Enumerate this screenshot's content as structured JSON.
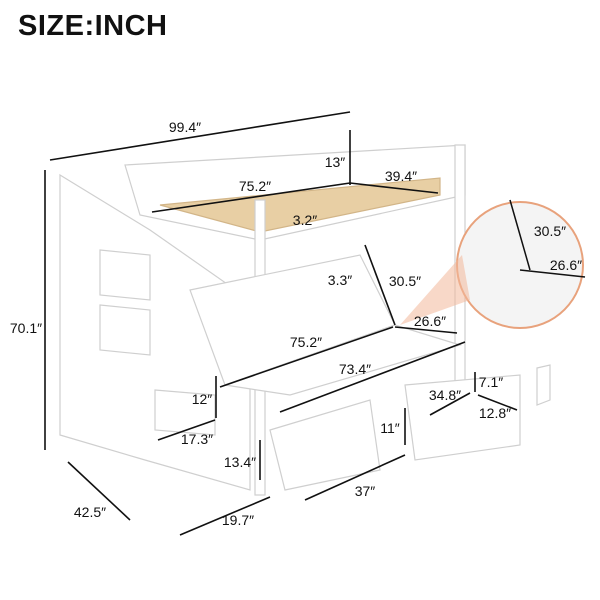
{
  "title": "SIZE:INCH",
  "dimensions": {
    "overall_length": "99.4″",
    "guardrail_height": "13″",
    "top_width": "39.4″",
    "top_length": "75.2″",
    "top_slat_gap": "3.2″",
    "futon_slat_gap": "3.3″",
    "futon_back_height": "30.5″",
    "futon_seat_depth": "26.6″",
    "inset_back_height": "30.5″",
    "inset_seat_depth": "26.6″",
    "futon_length": "75.2″",
    "futon_inner_length": "73.4″",
    "drawer_height_small": "7.1″",
    "drawer_length": "34.8″",
    "drawer_depth": "12.8″",
    "step_height": "12″",
    "drawer_height": "11″",
    "step_depth": "17.3″",
    "drawer_front_height": "13.4″",
    "drawer_width": "37″",
    "overall_height": "70.1″",
    "overall_width": "42.5″",
    "stair_width": "19.7″"
  },
  "colors": {
    "frame": "#ffffff",
    "slats": "#e8cfa4",
    "inset_border": "#e8a27c",
    "arrow": "#111111"
  }
}
